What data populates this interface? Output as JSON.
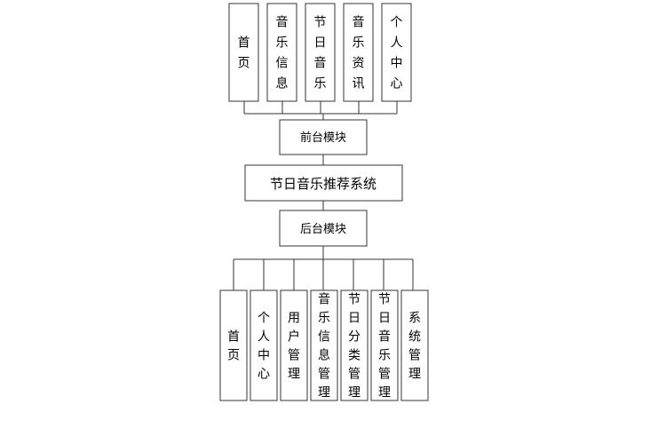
{
  "center_node": "节日音乐推荐系统",
  "frontend": {
    "module": "前台模块",
    "items": [
      "首页",
      "音乐信息",
      "节日音乐",
      "音乐资讯",
      "个人中心"
    ]
  },
  "backend": {
    "module": "后台模块",
    "items": [
      "首页",
      "个人中心",
      "用户管理",
      "音乐信息管理",
      "节日分类管理",
      "节日音乐管理",
      "系统管理"
    ]
  },
  "colors": {
    "line": "#333333",
    "fill": "#ffffff",
    "text": "#000000"
  }
}
